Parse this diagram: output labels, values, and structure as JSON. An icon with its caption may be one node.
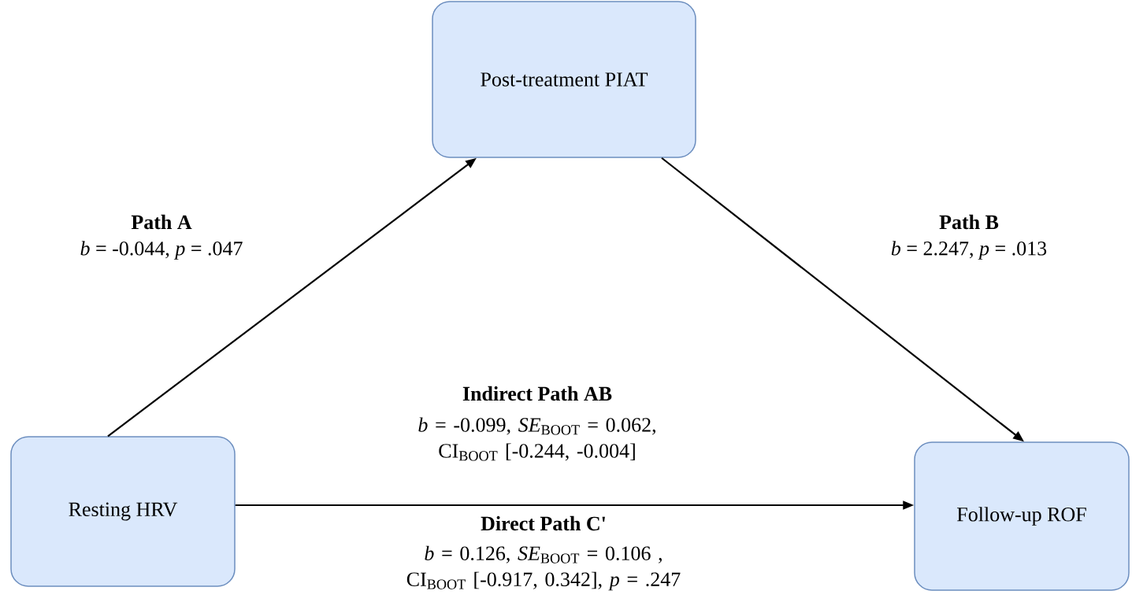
{
  "diagram": {
    "nodes": [
      {
        "text": [
          "Post-treatment PIAT"
        ]
      },
      {
        "text": [
          "Resting HRV"
        ]
      },
      {
        "text": [
          "Follow-up ROF"
        ]
      }
    ],
    "edges": [
      {
        "from": 1,
        "to": 0,
        "arrow": "to"
      },
      {
        "from": 0,
        "to": 2,
        "arrow": "to"
      },
      {
        "from": 1,
        "to": 2,
        "arrow": "to"
      }
    ],
    "labels": [
      "Path A",
      "*b* = -0.044, *p* = .047",
      "Path B",
      "*b* = 2.247, *p* = .013",
      "Indirect Path AB",
      "*b* = -0.099, *SE*$_{BOOT}$ = 0.062, CI$_{BOOT}$ [-0.244, -0.004]",
      "Direct Path C'",
      "*b* = 0.126, *SE*$_{BOOT}$ = 0.106 , CI$_{BOOT}$ [-0.917, 0.342], *p* = .247"
    ]
  }
}
